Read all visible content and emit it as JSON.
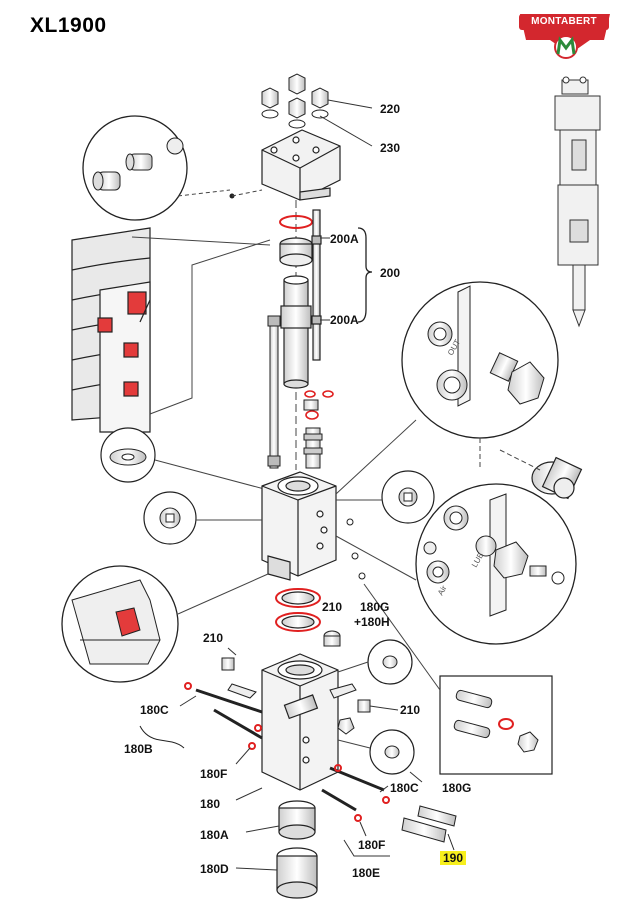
{
  "title": "XL1900",
  "brand": {
    "name": "MONTABERT",
    "mark": "M",
    "color": "#d3272e"
  },
  "colors": {
    "accent_red": "#e02020",
    "highlight": "#f7ef1d",
    "line": "#222222",
    "part_fill": "#f2f2f2"
  },
  "labels": {
    "l220": "220",
    "l230": "230",
    "l200a_top": "200A",
    "l200": "200",
    "l200a_bottom": "200A",
    "l210_a": "210",
    "l180g_top": "180G",
    "l180h": "+180H",
    "l210_b": "210",
    "l210_c": "210",
    "l180c_left": "180C",
    "l180b": "180B",
    "l180f_left": "180F",
    "l180": "180",
    "l180c_right": "180C",
    "l180g_right": "180G",
    "l180a": "180A",
    "l180f_right": "180F",
    "l180e": "180E",
    "l180d": "180D",
    "l190": "190"
  },
  "detail_callouts": {
    "port_out": "OUT",
    "port_lub": "LUB",
    "port_air": "Air"
  }
}
